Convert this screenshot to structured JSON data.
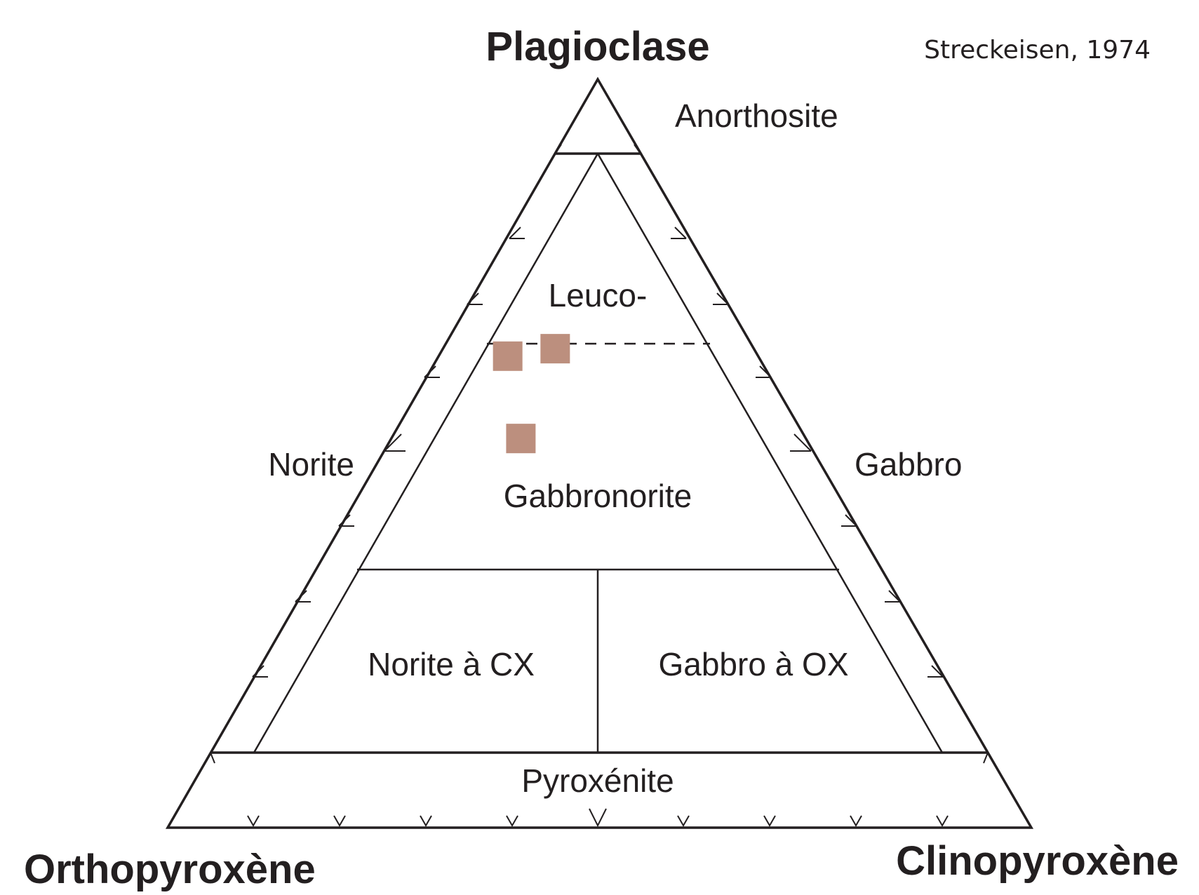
{
  "diagram": {
    "reference": "Streckeisen, 1974",
    "vertices": {
      "top": "Plagioclase",
      "bottom_left": "Orthopyroxène",
      "bottom_right": "Clinopyroxène"
    },
    "fields": {
      "anorthosite": "Anorthosite",
      "leuco": "Leuco-",
      "gabbronorite": "Gabbronorite",
      "norite": "Norite",
      "gabbro": "Gabbro",
      "norite_cx": "Norite à CX",
      "gabbro_ox": "Gabbro à OX",
      "pyroxenite": "Pyroxénite"
    },
    "colors": {
      "line": "#231f20",
      "sample": "#bc8f7e"
    },
    "samples_unit": "% (Plagioclase, Orthopyroxène, Clinopyroxène)",
    "samples": [
      {
        "id": "sample-1",
        "plag": 63,
        "opx": 29,
        "cpx": 8
      },
      {
        "id": "sample-2",
        "plag": 64,
        "opx": 23,
        "cpx": 13
      },
      {
        "id": "sample-3",
        "plag": 52,
        "opx": 33,
        "cpx": 15
      }
    ]
  }
}
